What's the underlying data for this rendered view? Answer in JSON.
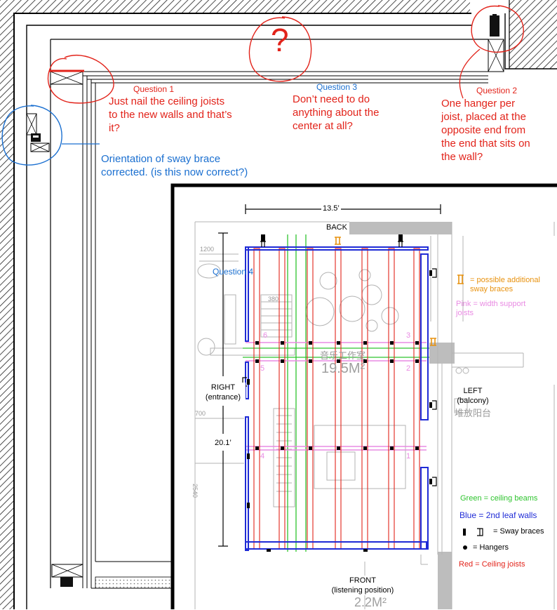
{
  "colors": {
    "red": "#e2231a",
    "blue": "#1a6fd0",
    "navy": "#1f2bd6",
    "green": "#2ec42e",
    "orange": "#e8920f",
    "pink": "#e98be3",
    "wall": "#000000",
    "hatch": "#222222",
    "gray": "#b3b3b3"
  },
  "questions": {
    "q1": {
      "label": "Question 1",
      "lines": [
        "Just nail the ceiling joists",
        "to the new walls and that’s",
        "it?"
      ]
    },
    "q2": {
      "label": "Question 2",
      "lines": [
        "One hanger per",
        "joist, placed at the",
        "opposite end from",
        "the end that sits on",
        "the wall?"
      ]
    },
    "q3": {
      "label": "Question 3",
      "lines": [
        "Don’t need to do",
        "anything about the",
        "center at all?"
      ]
    },
    "q4": {
      "label": "Question 4"
    },
    "sway": {
      "lines": [
        "Orientation of sway brace",
        "corrected. (is this now correct?)"
      ]
    },
    "question_mark": "?"
  },
  "plan": {
    "width_dim": "13.5’",
    "length_dim": "20.1’",
    "back": "BACK",
    "front_lines": [
      "FRONT",
      "(listening position)"
    ],
    "right_lines": [
      "RIGHT",
      "(entrance)"
    ],
    "left_lines": [
      "LEFT",
      "(balcony)"
    ],
    "room_cn": "音乐工作室",
    "room_area": "19.5M²",
    "balcony_cn": "堆放阳台",
    "bottom_area": "2.2M²",
    "dim_1200": "1200",
    "dim_700": "700",
    "dim_2540": "2540",
    "dim_380": "380",
    "section_numbers": [
      "1",
      "2",
      "3",
      "4",
      "5",
      "6"
    ]
  },
  "legend": {
    "sway_extra_lines": [
      "= possible additional",
      "sway braces"
    ],
    "pink_lines": [
      "Pink = width support",
      "joists"
    ],
    "green": "Green = ceiling beams",
    "blue": "Blue = 2nd leaf walls",
    "sway": "= Sway braces",
    "hangers": "= Hangers",
    "red": "Red = Ceiling joists"
  }
}
